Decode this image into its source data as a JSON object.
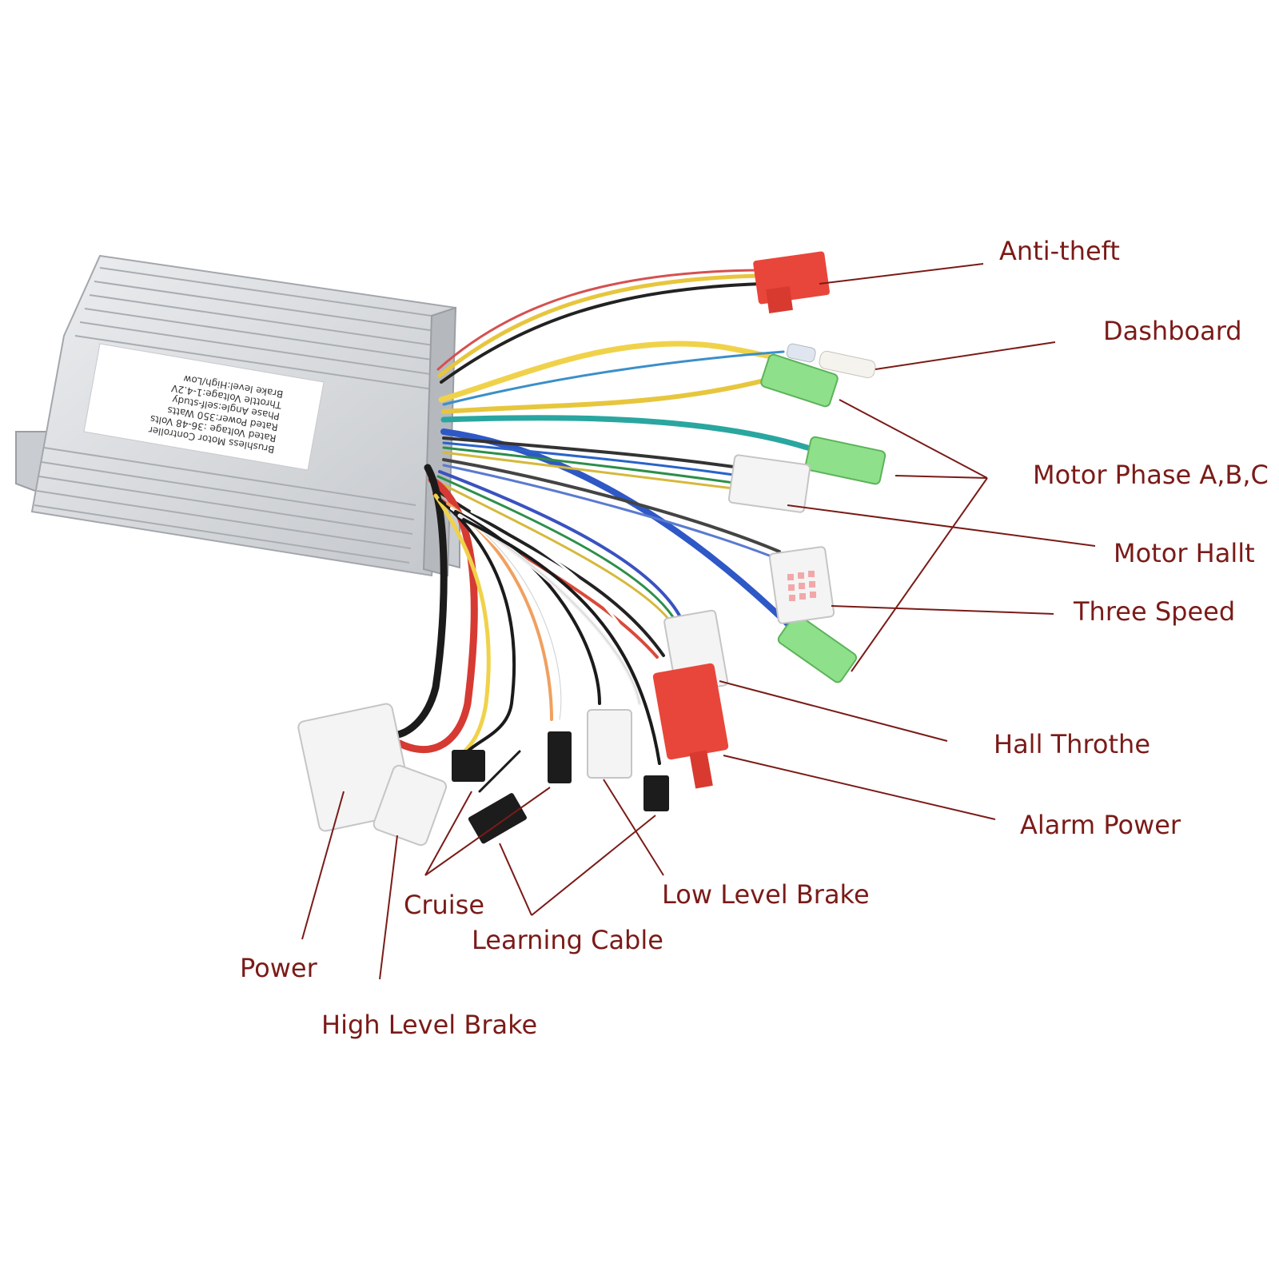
{
  "colors": {
    "label": "#7a1b18",
    "leader": "#7a1b18",
    "housing": "#d9dadc",
    "connector_green": "#8fe08a",
    "connector_red": "#e8463a",
    "connector_white": "#f4f4f4",
    "connector_black": "#1c1c1c"
  },
  "controller": {
    "sticker_lines": [
      "Brushless Motor Controller",
      "Rated Voltage :36-48 Volts",
      "Rated Power:350 Watts",
      "Phase Angle:self-study",
      "Throttle Voltage:1-4.2V",
      "Brake level:High/Low"
    ]
  },
  "labels": {
    "anti_theft": "Anti-theft",
    "dashboard": "Dashboard",
    "motor_phase": "Motor Phase A,B,C",
    "motor_hall": "Motor Hallt",
    "three_speed": "Three Speed",
    "hall_throttle": "Hall Throthe",
    "alarm_power": "Alarm Power",
    "low_level_brake": "Low Level Brake",
    "cruise": "Cruise",
    "learning_cable": "Learning Cable",
    "power": "Power",
    "high_level_brake": "High Level Brake"
  }
}
